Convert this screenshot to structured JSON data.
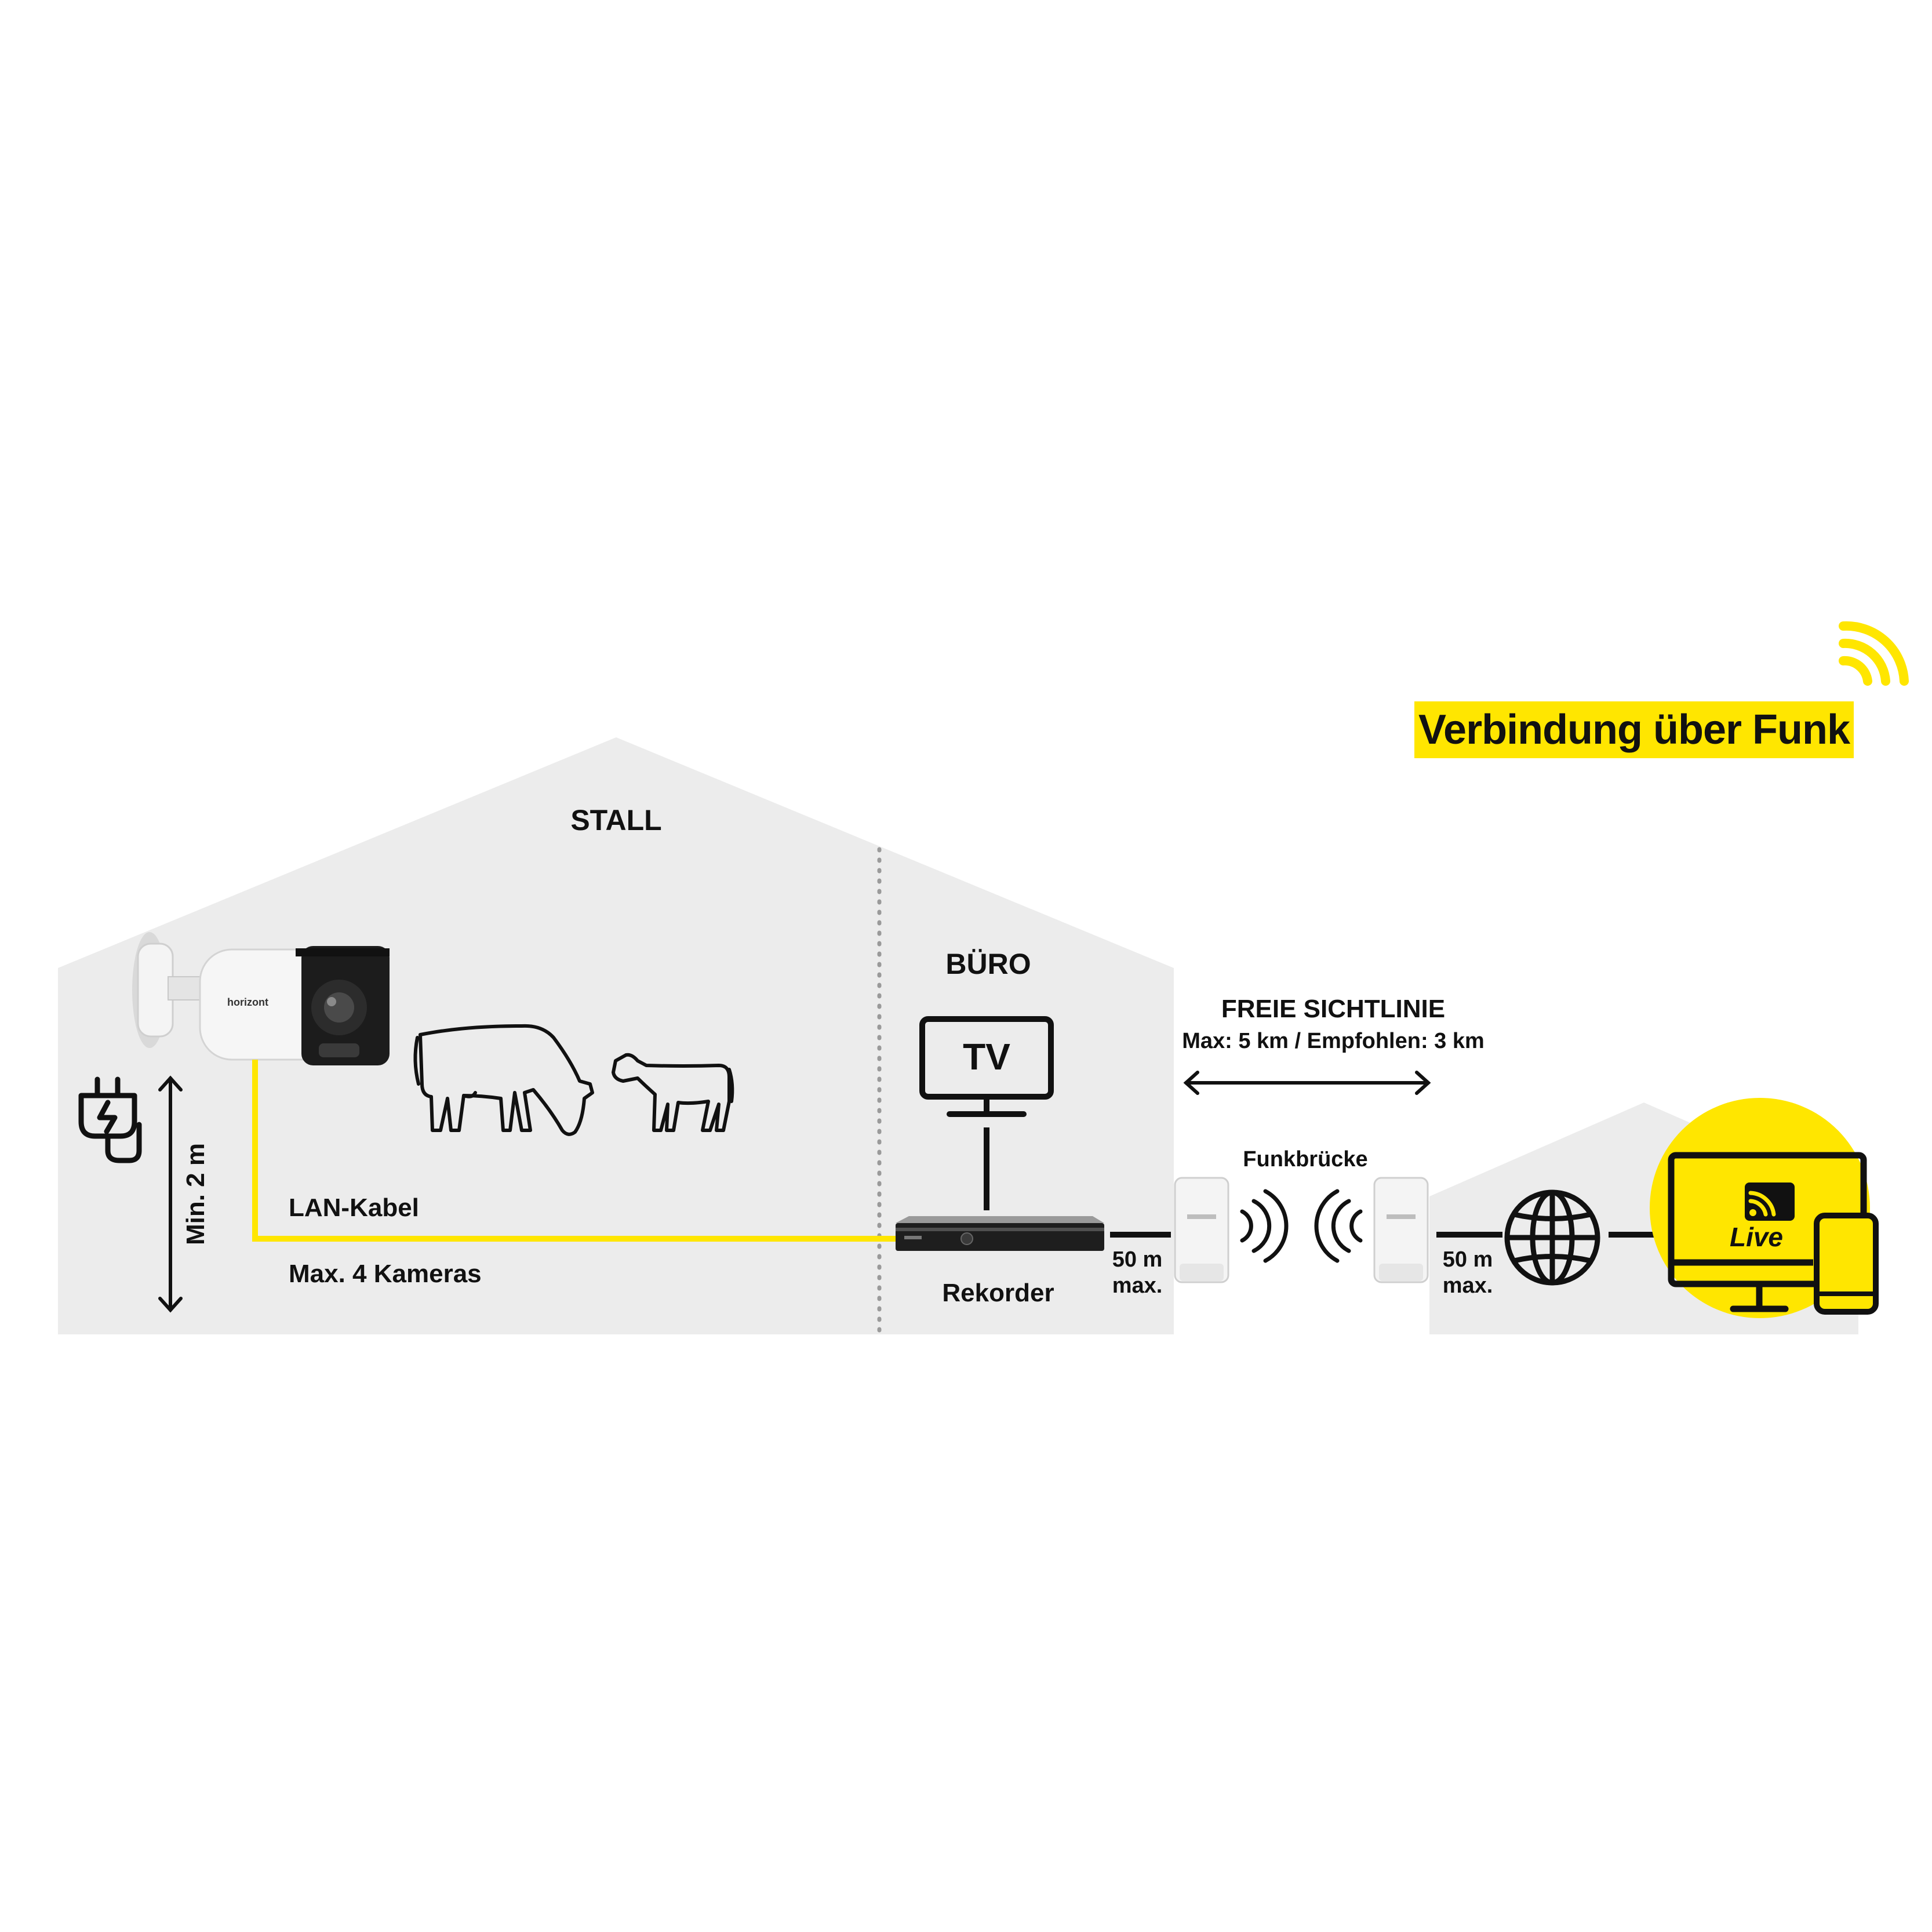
{
  "colors": {
    "background": "#ffffff",
    "building": "#ececec",
    "accent_yellow": "#ffe600",
    "ink": "#111111",
    "divider": "#9a9a9a"
  },
  "caption": {
    "text": "Verbindung über Funk"
  },
  "stall": {
    "label": "STALL"
  },
  "office": {
    "label": "BÜRO"
  },
  "camera": {
    "label_cable": "LAN-Kabel",
    "label_max": "Max. 4 Kameras",
    "height_label": "Min. 2 m",
    "brand": "horizont"
  },
  "tv": {
    "label": "TV"
  },
  "recorder": {
    "label": "Rekorder"
  },
  "link": {
    "title": "FREIE SICHTLINIE",
    "detail": "Max: 5 km / Empfohlen: 3 km"
  },
  "bridge": {
    "label": "Funkbrücke"
  },
  "cable_left": {
    "line1": "50 m",
    "line2": "max."
  },
  "cable_right": {
    "line1": "50 m",
    "line2": "max."
  },
  "live": {
    "label": "Live"
  },
  "icons": [
    "power-plug-icon",
    "vertical-arrow-icon",
    "cow-icon",
    "calf-icon",
    "tv-icon",
    "wifi-waves-icon",
    "globe-icon",
    "monitor-icon",
    "smartphone-icon",
    "wifi-signal-icon",
    "live-stream-icon"
  ]
}
